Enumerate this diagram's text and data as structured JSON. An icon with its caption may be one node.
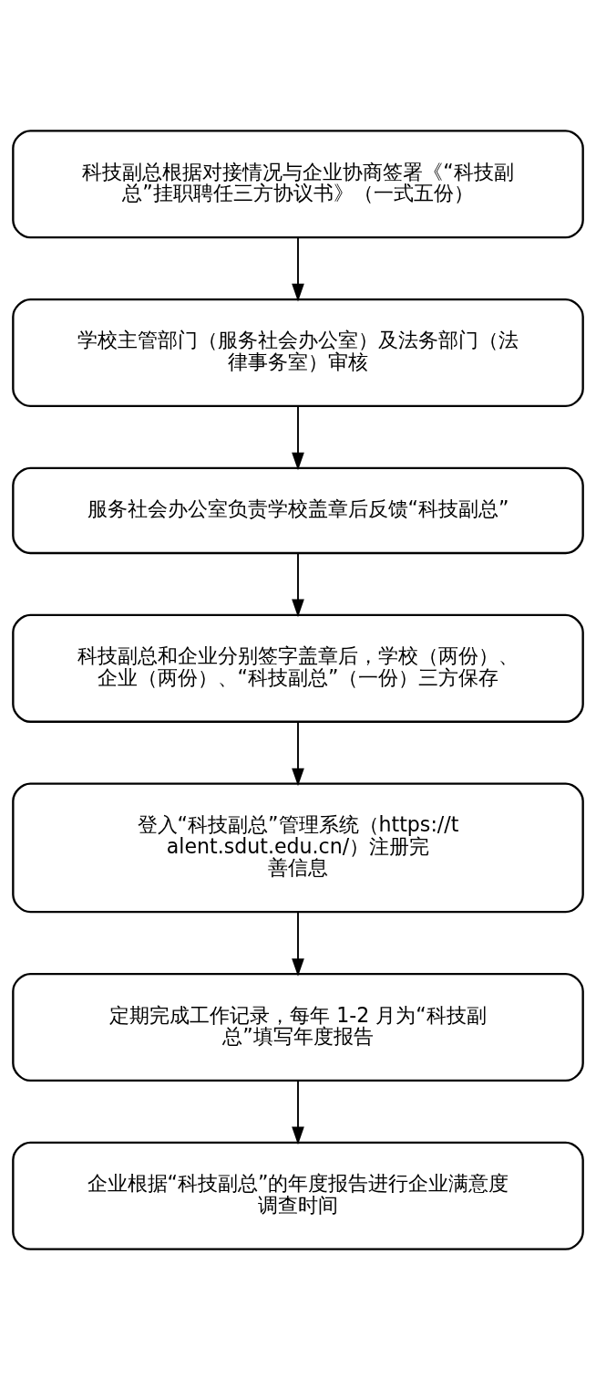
{
  "diagram": {
    "nodes": [
      {
        "text": [
          "科技副总根据对接情况与企业协商签署《“科技副总”挂职聘任三方协议书》（一式五份）"
        ]
      },
      {
        "text": [
          "学校主管部门（服务社会办公室）及法务部门（法律事务室）审核"
        ]
      },
      {
        "text": [
          "服务社会办公室负责学校盖章后反馈“科技副总”"
        ]
      },
      {
        "text": [
          "科技副总和企业分别签字盖章后，学校（两份）、企业（两份）、“科技副总”（一份）三方保存"
        ]
      },
      {
        "text": [
          "登入“科技副总”管理系统（https://talent.sdut.edu.cn/）注册完善信息"
        ]
      },
      {
        "text": [
          "定期完成工作记录，每年 1-2 月为“科技副总”填写年度报告"
        ]
      },
      {
        "text": [
          "企业根据“科技副总”的年度报告进行企业满意度调查时间"
        ]
      }
    ],
    "edges": [
      {
        "from": 0,
        "to": 1,
        "arrow": "to"
      },
      {
        "from": 1,
        "to": 2,
        "arrow": "to"
      },
      {
        "from": 2,
        "to": 3,
        "arrow": "to"
      },
      {
        "from": 3,
        "to": 4,
        "arrow": "to"
      },
      {
        "from": 4,
        "to": 5,
        "arrow": "to"
      },
      {
        "from": 5,
        "to": 6,
        "arrow": "to"
      }
    ]
  }
}
